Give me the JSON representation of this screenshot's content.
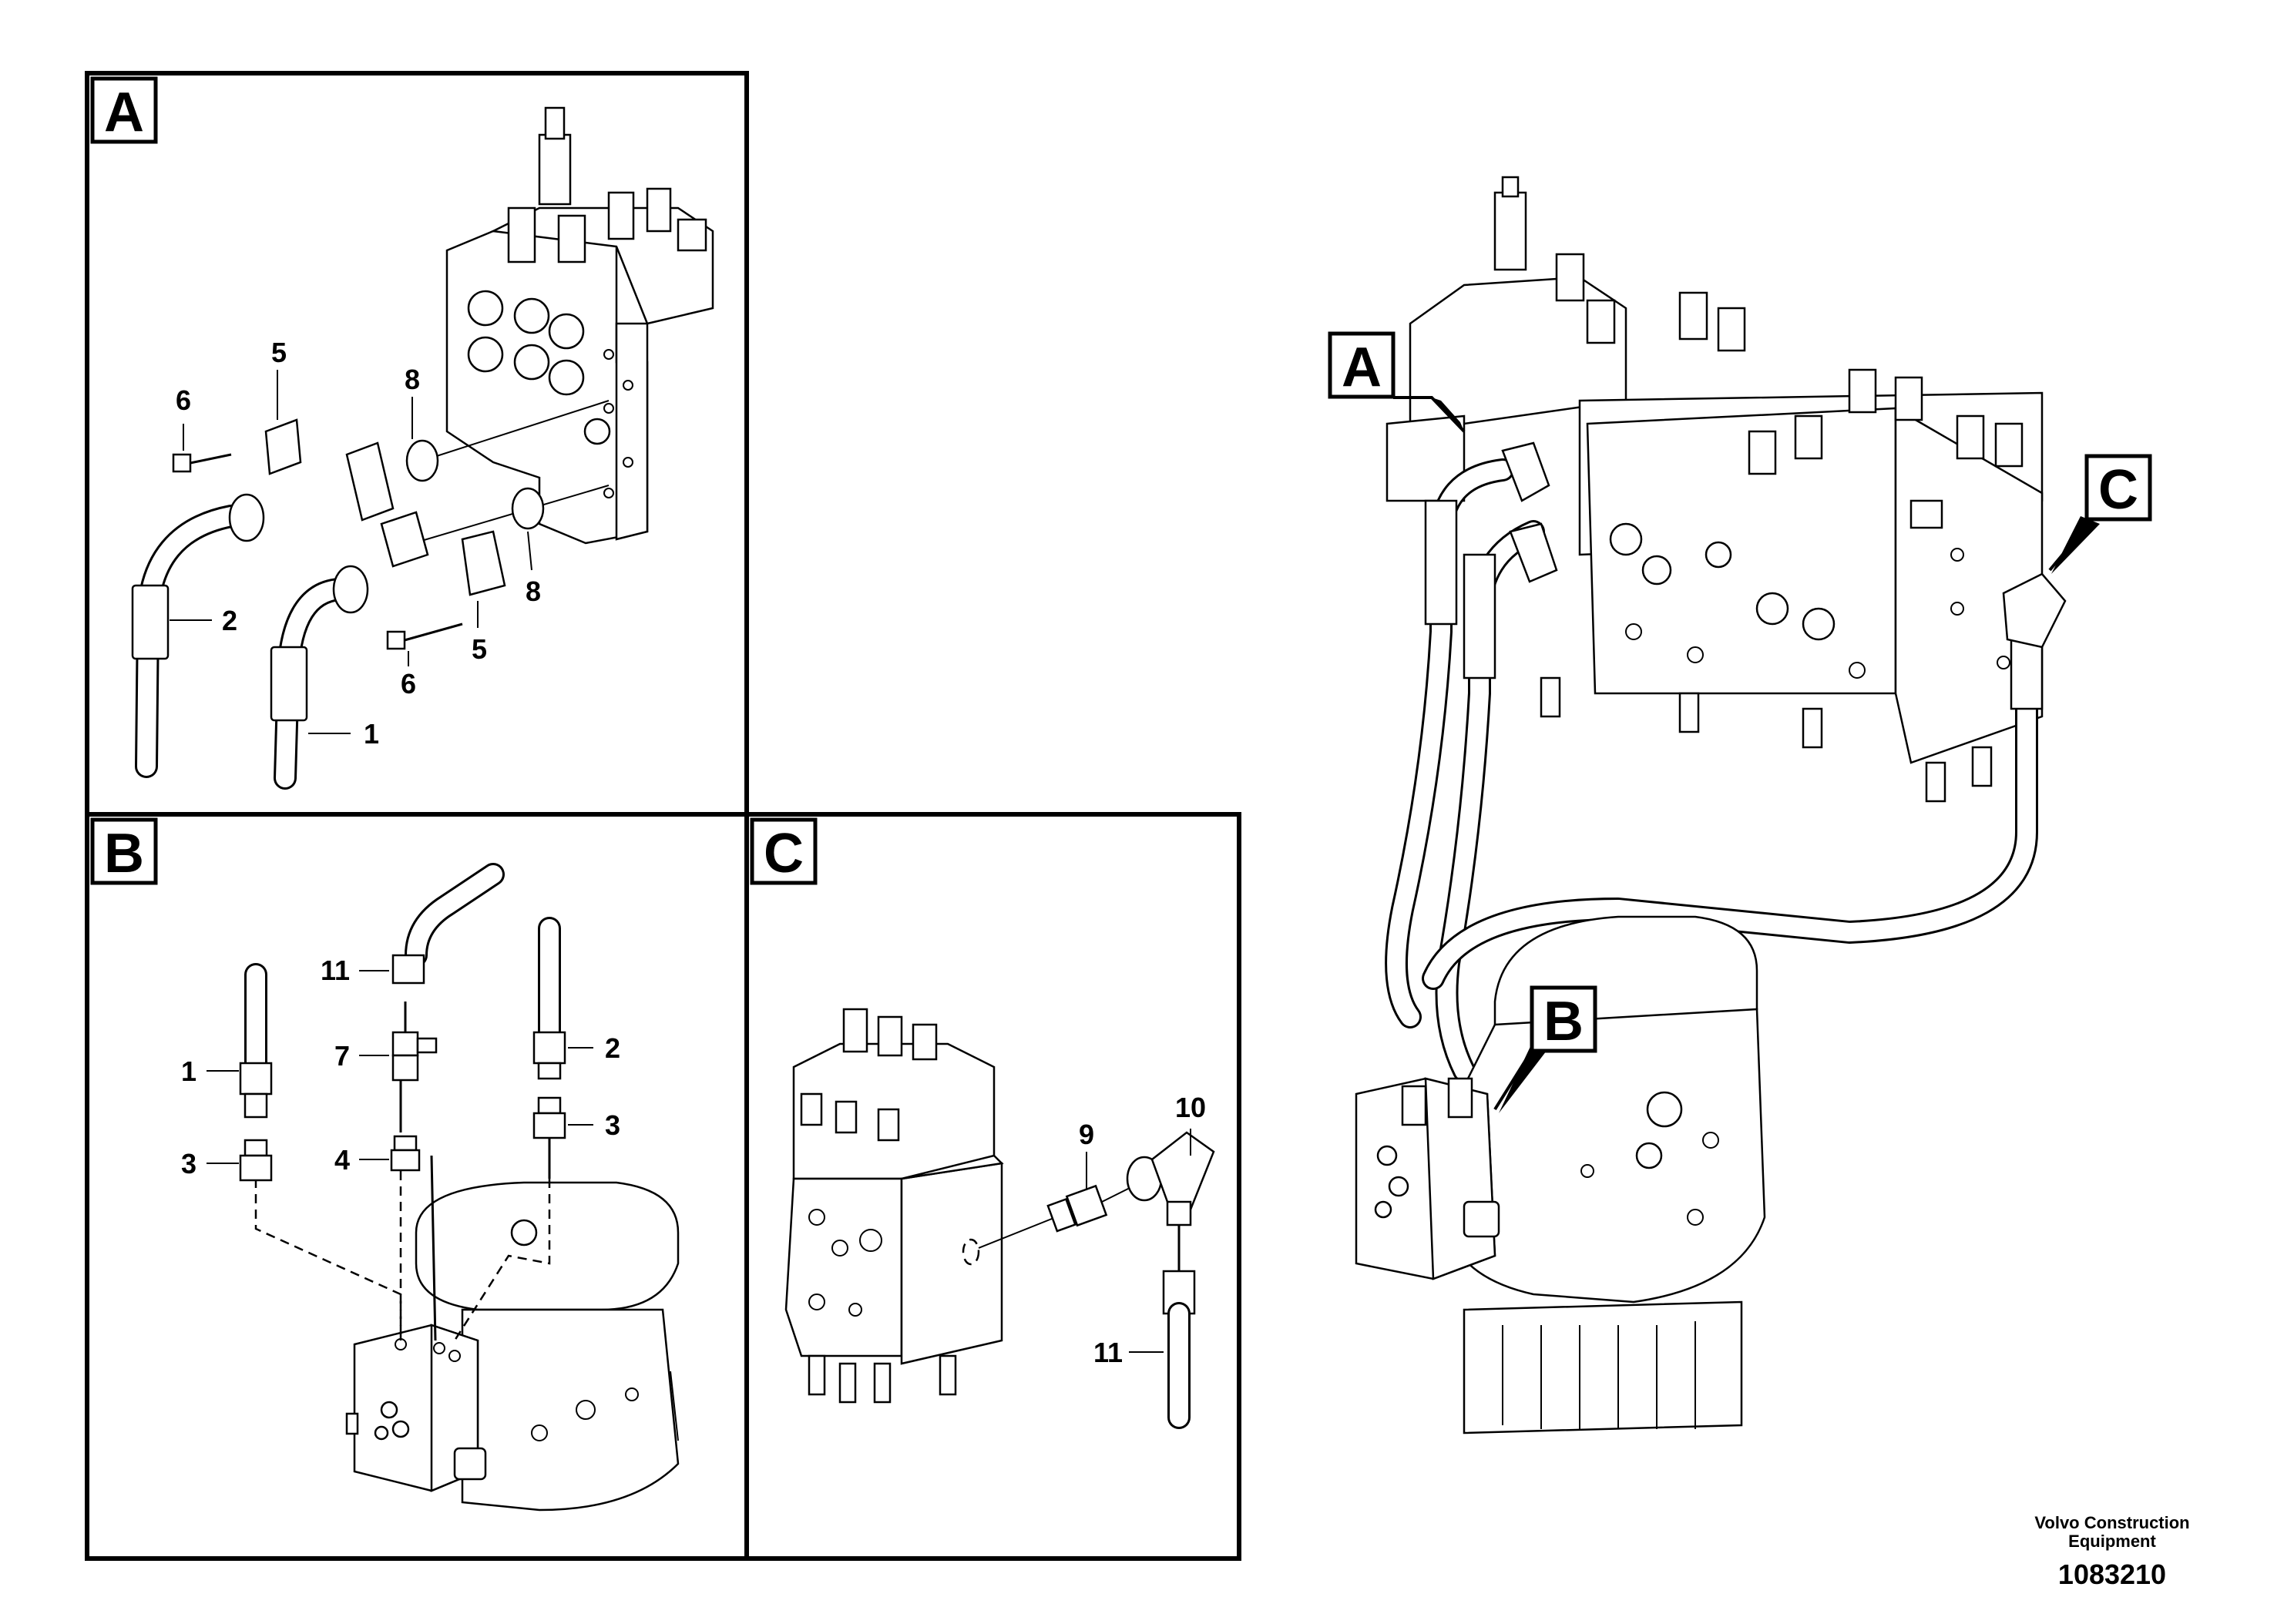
{
  "panels": {
    "A": {
      "tag": "A",
      "callouts": {
        "c6a": "6",
        "c5a": "5",
        "c8a": "8",
        "c2": "2",
        "c8b": "8",
        "c6b": "6",
        "c5b": "5",
        "c1": "1"
      }
    },
    "B": {
      "tag": "B",
      "callouts": {
        "c11": "11",
        "c7": "7",
        "c1": "1",
        "c2": "2",
        "c3a": "3",
        "c3b": "3",
        "c4": "4"
      }
    },
    "C": {
      "tag": "C",
      "callouts": {
        "c10": "10",
        "c9": "9",
        "c11": "11"
      }
    }
  },
  "overview": {
    "tag_a": "A",
    "tag_b": "B",
    "tag_c": "C"
  },
  "footer": {
    "brand_line1": "Volvo Construction",
    "brand_line2": "Equipment",
    "reference": "1083210"
  }
}
